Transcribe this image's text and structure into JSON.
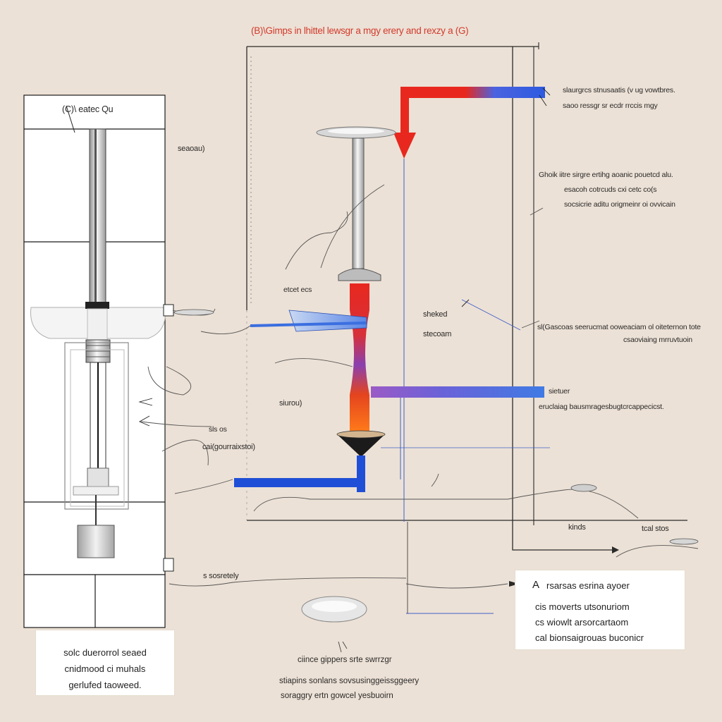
{
  "title": "(B)\\Gimps in lhittel lewsgr a mgy erery and rexzy a (G)",
  "labels": {
    "apparatus_top": "(C)\\ eatec Qu",
    "seacoal": "seaoau)",
    "right_top_1": "slaurgrcs stnusaatis (v ug vowtbres.",
    "right_top_2": "saoo ressgr sr ecdr rrccis mgy",
    "right_mid_1": "Ghoik iitre sirgre ertihg aoanic pouetcd alu.",
    "right_mid_2": "esacoh cotrcuds cxi cetc co(s",
    "right_mid_3": "socsicrie aditu origmeinr oi ovvicain",
    "stem_label": "etcet ecs",
    "sheked": "sheked",
    "stecoam": "stecoam",
    "right_lower_1": "sl(Gascoas seerucmat ooweaciam ol oiteternon tote",
    "right_lower_2": "csaoviaing mrruvtuoin",
    "sietuer": "sietuer",
    "right_lower_3": "eruclaiag bausmragesbugtcrcappecicst.",
    "siuron": "siurou)",
    "tiny_label": "sls os",
    "caigeron": "cai(gourraixstoi)",
    "kinds": "kinds",
    "tcai_stos": "tcal stos",
    "sosrey": "s sosretely"
  },
  "box_left": {
    "lines": [
      "solc duerorrol seaed",
      "cnidmood ci muhals",
      "gerlufed taoweed."
    ]
  },
  "box_right": {
    "heading": "A",
    "heading_rest": "rsarsas esrina ayoer",
    "lines": [
      "cis moverts utsonuriom",
      "cs wiowlt arsorcartaom",
      "cal bionsaigrouas buconicr"
    ]
  },
  "bottom": {
    "line_1": "ciince gippers srte swrrzgr",
    "line_2": "stiapins sonlans sovsusinggeissggeery",
    "line_3": "soraggry ertn gowcel yesbuoirn"
  },
  "colors": {
    "background": "#ece1d6",
    "heat_red": "#e8281e",
    "cool_blue": "#1f4fd6",
    "gradient_purple": "#7a3fb0",
    "title_red": "#d23a2c"
  }
}
